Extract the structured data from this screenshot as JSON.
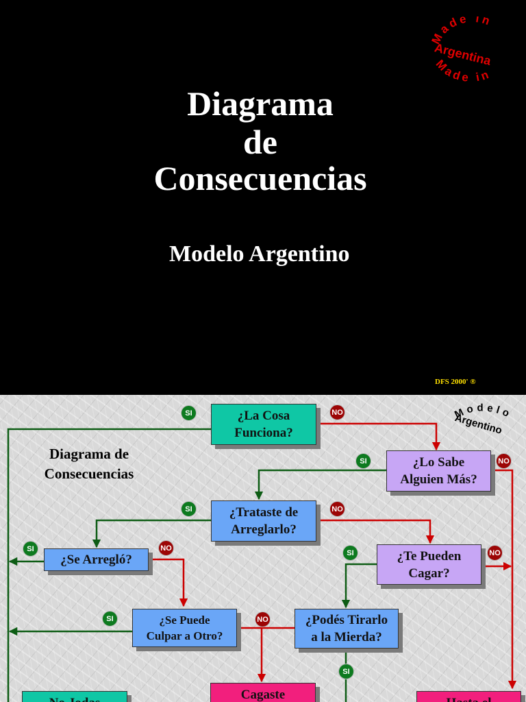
{
  "slide1": {
    "title_lines": [
      "Diagrama",
      "de",
      "Consecuencias"
    ],
    "subtitle": "Modelo Argentino",
    "credit": "DFS 2000' ®",
    "stamp": {
      "outer": "Made in",
      "middle": "Argentina",
      "inner": "Made in"
    }
  },
  "slide2": {
    "badge_text": {
      "outer": "Modelo",
      "inner": "Argentino"
    },
    "side_label": [
      "Diagrama de",
      "Consecuencias"
    ],
    "nodes": {
      "cosa": [
        "¿La Cosa",
        "Funciona?"
      ],
      "sabe": [
        "¿Lo Sabe",
        "Alguien Más?"
      ],
      "trataste": [
        "¿Trataste de",
        "Arreglarlo?"
      ],
      "arreglo": [
        "¿Se Arregló?"
      ],
      "cagar": [
        "¿Te Pueden",
        "Cagar?"
      ],
      "culpar": [
        "¿Se Puede",
        "Culpar a Otro?"
      ],
      "tirarlo": [
        "¿Podés Tirarlo",
        "a la Mierda?"
      ],
      "cagaste": [
        "Cagaste"
      ],
      "nojodas": [
        "No Jodas"
      ],
      "hasta": [
        "Hasta el"
      ]
    },
    "labels": {
      "si": "SI",
      "no": "NO"
    }
  },
  "colors": {
    "yes_line": "#0d5c14",
    "no_line": "#cc0000",
    "teal": "#0fc7a5",
    "lavender": "#c7a6f5",
    "blue": "#6aa6f7",
    "pink": "#f21f7d"
  }
}
